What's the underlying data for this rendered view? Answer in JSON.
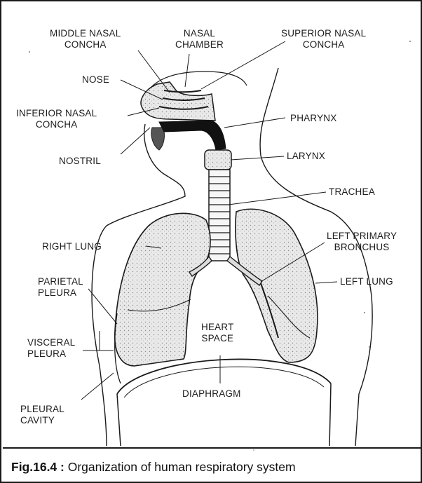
{
  "figure": {
    "caption_number": "Fig.16.4 :",
    "caption_text": " Organization of human respiratory system"
  },
  "labels": {
    "middle_nasal_concha": [
      "MIDDLE NASAL",
      "CONCHA"
    ],
    "nasal_chamber": [
      "NASAL",
      "CHAMBER"
    ],
    "superior_nasal_concha": [
      "SUPERIOR NASAL",
      "CONCHA"
    ],
    "nose": "NOSE",
    "inferior_nasal_concha": [
      "INFERIOR NASAL",
      "CONCHA"
    ],
    "pharynx": "PHARYNX",
    "nostril": "NOSTRIL",
    "larynx": "LARYNX",
    "trachea": "TRACHEA",
    "right_lung": "RIGHT LUNG",
    "left_primary_bronchus": [
      "LEFT PRIMARY",
      "BRONCHUS"
    ],
    "left_lung": "LEFT LUNG",
    "parietal_pleura": [
      "PARIETAL",
      "PLEURA"
    ],
    "heart_space": [
      "HEART",
      "SPACE"
    ],
    "visceral_pleura": [
      "VISCERAL",
      "PLEURA"
    ],
    "diaphragm": "DIAPHRAGM",
    "pleural_cavity": [
      "PLEURAL",
      "CAVITY"
    ]
  },
  "colors": {
    "ink": "#1a1a1a",
    "lung_fill": "#e4e4e4",
    "airway": "#111111"
  }
}
